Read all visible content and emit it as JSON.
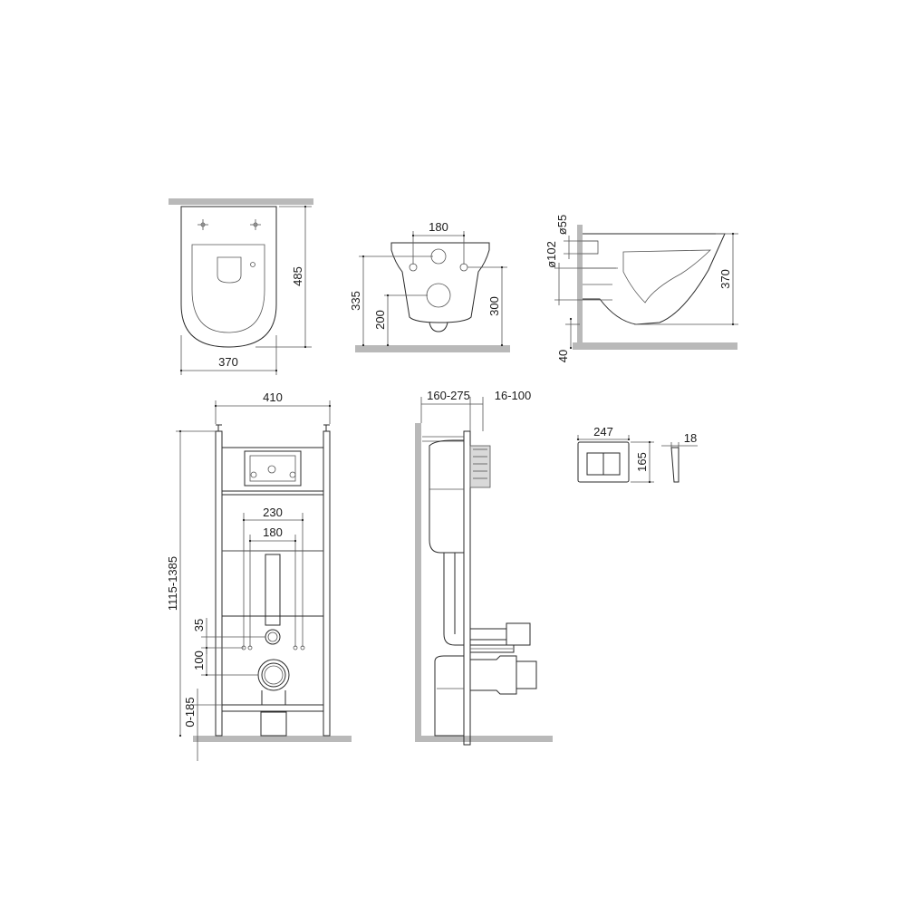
{
  "views": {
    "top_bowl": {
      "depth": "485",
      "width": "370"
    },
    "front_bowl": {
      "hole_spacing": "180",
      "height_335": "335",
      "height_200": "200",
      "height_300": "300"
    },
    "side_bowl": {
      "dia_55": "ø55",
      "dia_102": "ø102",
      "height_370": "370",
      "offset_40": "40"
    },
    "frame_front": {
      "width": "410",
      "stud_spacing_230": "230",
      "stud_spacing_180": "180",
      "height_range": "1115-1385",
      "dim_35": "35",
      "dim_100": "100",
      "floor_range": "0-185"
    },
    "frame_side": {
      "wall_depth": "160-275",
      "finish_depth": "16-100"
    },
    "flush_plate": {
      "width": "247",
      "height": "165",
      "thickness": "18"
    }
  },
  "colors": {
    "floor": "#b9b9b9",
    "line": "#2a2a2a",
    "background": "#ffffff"
  }
}
